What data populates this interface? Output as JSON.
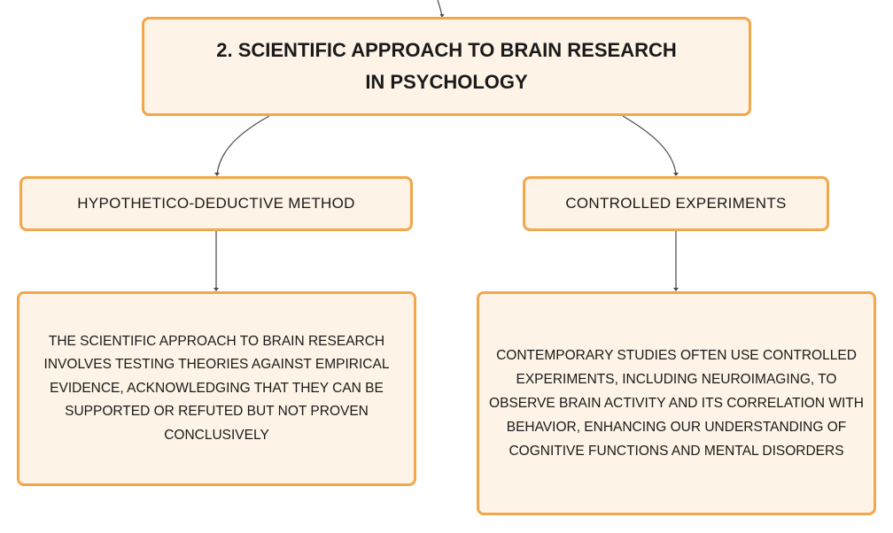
{
  "diagram": {
    "root": {
      "label": "2. SCIENTIFIC APPROACH TO BRAIN RESEARCH IN PSYCHOLOGY"
    },
    "branches": [
      {
        "label": "HYPOTHETICO-DEDUCTIVE METHOD",
        "detail": "THE SCIENTIFIC APPROACH TO BRAIN RESEARCH INVOLVES TESTING THEORIES AGAINST EMPIRICAL EVIDENCE, ACKNOWLEDGING THAT THEY CAN BE SUPPORTED OR REFUTED BUT NOT PROVEN CONCLUSIVELY"
      },
      {
        "label": "CONTROLLED EXPERIMENTS",
        "detail": "CONTEMPORARY STUDIES OFTEN USE CONTROLLED EXPERIMENTS, INCLUDING NEUROIMAGING, TO OBSERVE BRAIN ACTIVITY AND ITS CORRELATION WITH BEHAVIOR, ENHANCING OUR UNDERSTANDING OF COGNITIVE FUNCTIONS AND MENTAL DISORDERS"
      }
    ],
    "colors": {
      "node_fill": "#fdf3e7",
      "node_border": "#f3a74b",
      "connector": "#4a4a4a",
      "text": "#1a1a1a"
    }
  }
}
